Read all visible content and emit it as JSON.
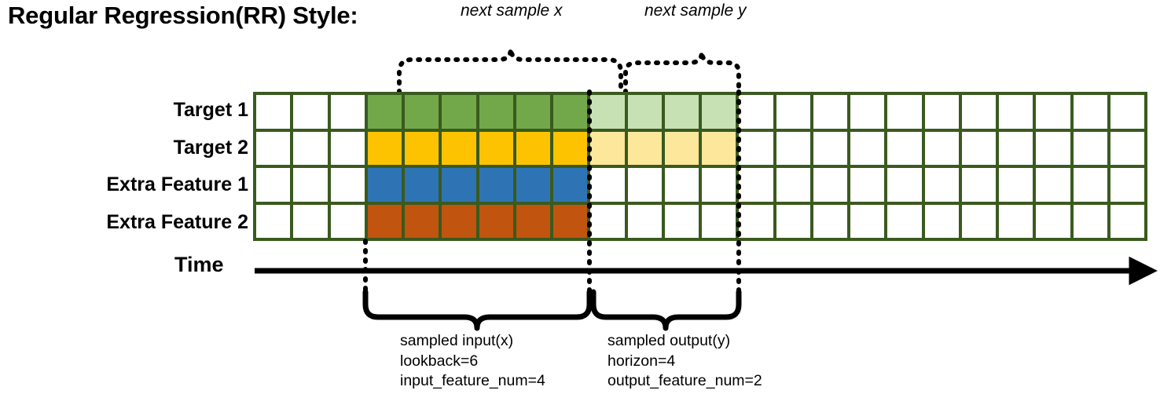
{
  "title": "Regular Regression(RR) Style:",
  "top_annotations": [
    {
      "id": "next-sample-x",
      "label": "next sample x"
    },
    {
      "id": "next-sample-y",
      "label": "next sample y"
    }
  ],
  "row_labels": [
    "Target 1",
    "Target 2",
    "Extra Feature 1",
    "Extra Feature 2"
  ],
  "axis": {
    "time_label": "Time"
  },
  "captions": {
    "input": {
      "line1": "sampled input(x)",
      "line2": "lookback=6",
      "line3": "input_feature_num=4"
    },
    "output": {
      "line1": "sampled output(y)",
      "line2": "horizon=4",
      "line3": "output_feature_num=2"
    }
  },
  "colors": {
    "grid_line": "#3A5A1E",
    "empty": "#FFFFFF",
    "target1_input": "#72A84A",
    "target1_output": "#C7E0B4",
    "target2_input": "#FDC300",
    "target2_output": "#FDE79B",
    "extra1_input": "#2E74B5",
    "extra2_input": "#C1540F",
    "axis": "#000000"
  },
  "grid": {
    "columns": 24,
    "rows": 4,
    "lead_empty_columns": 3,
    "lookback": 6,
    "horizon": 4,
    "trailing_empty_columns": 11,
    "row_fills": [
      [
        "#FFFFFF",
        "#FFFFFF",
        "#FFFFFF",
        "#72A84A",
        "#72A84A",
        "#72A84A",
        "#72A84A",
        "#72A84A",
        "#72A84A",
        "#C7E0B4",
        "#C7E0B4",
        "#C7E0B4",
        "#C7E0B4",
        "#FFFFFF",
        "#FFFFFF",
        "#FFFFFF",
        "#FFFFFF",
        "#FFFFFF",
        "#FFFFFF",
        "#FFFFFF",
        "#FFFFFF",
        "#FFFFFF",
        "#FFFFFF",
        "#FFFFFF"
      ],
      [
        "#FFFFFF",
        "#FFFFFF",
        "#FFFFFF",
        "#FDC300",
        "#FDC300",
        "#FDC300",
        "#FDC300",
        "#FDC300",
        "#FDC300",
        "#FDE79B",
        "#FDE79B",
        "#FDE79B",
        "#FDE79B",
        "#FFFFFF",
        "#FFFFFF",
        "#FFFFFF",
        "#FFFFFF",
        "#FFFFFF",
        "#FFFFFF",
        "#FFFFFF",
        "#FFFFFF",
        "#FFFFFF",
        "#FFFFFF",
        "#FFFFFF"
      ],
      [
        "#FFFFFF",
        "#FFFFFF",
        "#FFFFFF",
        "#2E74B5",
        "#2E74B5",
        "#2E74B5",
        "#2E74B5",
        "#2E74B5",
        "#2E74B5",
        "#FFFFFF",
        "#FFFFFF",
        "#FFFFFF",
        "#FFFFFF",
        "#FFFFFF",
        "#FFFFFF",
        "#FFFFFF",
        "#FFFFFF",
        "#FFFFFF",
        "#FFFFFF",
        "#FFFFFF",
        "#FFFFFF",
        "#FFFFFF",
        "#FFFFFF",
        "#FFFFFF"
      ],
      [
        "#FFFFFF",
        "#FFFFFF",
        "#FFFFFF",
        "#C1540F",
        "#C1540F",
        "#C1540F",
        "#C1540F",
        "#C1540F",
        "#C1540F",
        "#FFFFFF",
        "#FFFFFF",
        "#FFFFFF",
        "#FFFFFF",
        "#FFFFFF",
        "#FFFFFF",
        "#FFFFFF",
        "#FFFFFF",
        "#FFFFFF",
        "#FFFFFF",
        "#FFFFFF",
        "#FFFFFF",
        "#FFFFFF",
        "#FFFFFF",
        "#FFFFFF"
      ]
    ]
  }
}
